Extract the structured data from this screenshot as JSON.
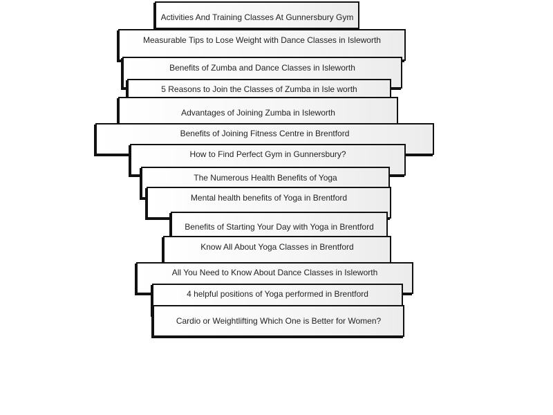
{
  "cards": [
    {
      "label": "Activities And Training Classes At Gunnersbury Gym"
    },
    {
      "label": "Measurable Tips to Lose Weight with Dance Classes in Isleworth"
    },
    {
      "label": "Benefits of Zumba and Dance Classes in Isleworth"
    },
    {
      "label": "5 Reasons to Join the Classes of Zumba in Isle worth"
    },
    {
      "label": "Advantages of Joining Zumba in Isleworth"
    },
    {
      "label": "Benefits of Joining Fitness Centre in Brentford"
    },
    {
      "label": "How to Find Perfect Gym in Gunnersbury?"
    },
    {
      "label": "The Numerous Health Benefits of Yoga"
    },
    {
      "label": "Mental health benefits of Yoga in Brentford"
    },
    {
      "label": "Benefits of Starting Your Day with Yoga in Brentford"
    },
    {
      "label": "Know All About Yoga Classes in Brentford"
    },
    {
      "label": "All You Need to Know About Dance Classes in Isleworth"
    },
    {
      "label": "4 helpful positions of Yoga performed in Brentford"
    },
    {
      "label": "Cardio or Weightlifting Which One is Better for Women?"
    }
  ]
}
